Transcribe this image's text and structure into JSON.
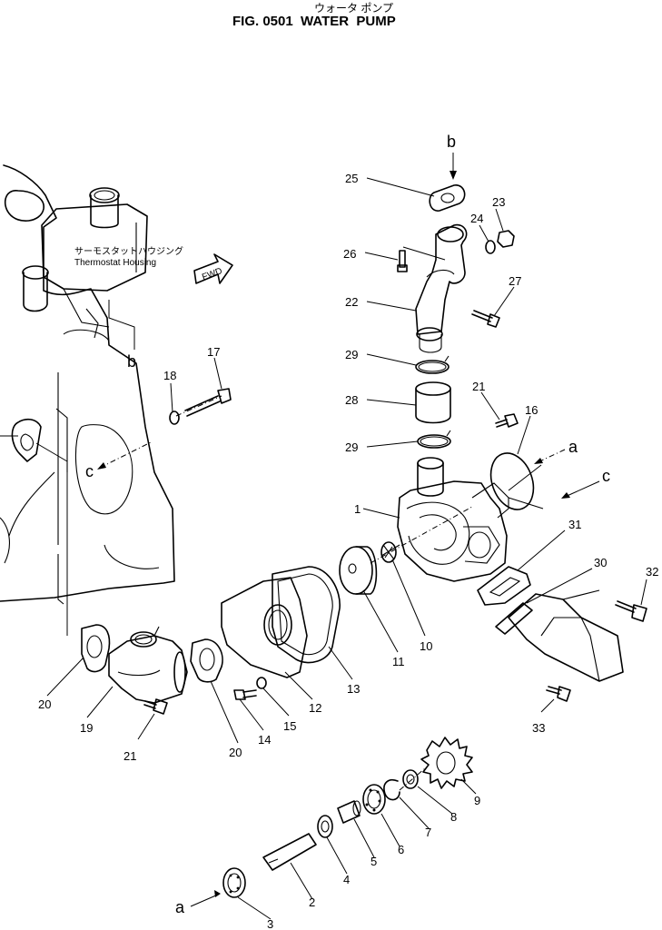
{
  "header": {
    "subtitle_jp": "ウォータ ポンプ",
    "title": "FIG. 0501  WATER  PUMP"
  },
  "thermostat": {
    "label_jp": "サーモスタットハウジング",
    "label_en": "Thermostat  Housing"
  },
  "fwd_arrow": "FWD",
  "connection_letters": {
    "a": "a",
    "b": "b",
    "c": "c"
  },
  "parts": {
    "p1": "1",
    "p2": "2",
    "p3": "3",
    "p4": "4",
    "p5": "5",
    "p6": "6",
    "p7": "7",
    "p8": "8",
    "p9": "9",
    "p10": "10",
    "p11": "11",
    "p12": "12",
    "p13": "13",
    "p14": "14",
    "p15": "15",
    "p16": "16",
    "p17": "17",
    "p18": "18",
    "p19": "19",
    "p20": "20",
    "p21": "21",
    "p22": "22",
    "p23": "23",
    "p24": "24",
    "p25": "25",
    "p26": "26",
    "p27": "27",
    "p28": "28",
    "p29": "29",
    "p30": "30",
    "p31": "31",
    "p32": "32",
    "p33": "33"
  }
}
